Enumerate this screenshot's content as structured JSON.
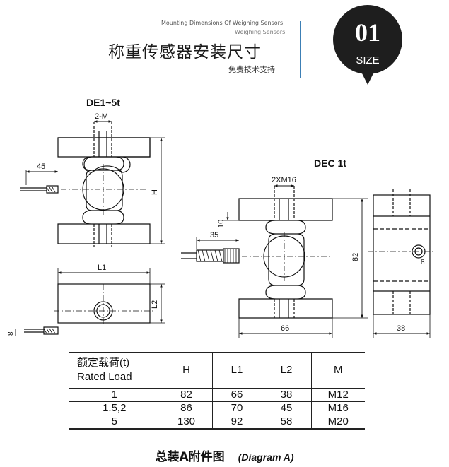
{
  "header": {
    "english_line_1": "Mounting Dimensions Of Weighing Sensors",
    "english_line_2": "Weighing Sensors",
    "title": "称重传感器安装尺寸",
    "subtitle": "免费技术支持",
    "badge_number": "01",
    "badge_label": "SIZE"
  },
  "drawing": {
    "de_title": "DE1~5t",
    "de_dims": {
      "thread": "2-M",
      "offset": "45",
      "height": "H",
      "length": "L1",
      "width": "L2",
      "cable": "8"
    },
    "dec_title": "DEC 1t",
    "dec_dims": {
      "thread": "2XM16",
      "top": "10",
      "offset": "35",
      "height": "82",
      "length": "66",
      "width": "38",
      "hole": "8"
    }
  },
  "spec_table": {
    "header": {
      "load_cn": "额定载荷(t)",
      "load_en": "Rated Load",
      "h": "H",
      "l1": "L1",
      "l2": "L2",
      "m": "M"
    },
    "rows": [
      {
        "load": "1",
        "h": "82",
        "l1": "66",
        "l2": "38",
        "m": "M12"
      },
      {
        "load": "1.5,2",
        "h": "86",
        "l1": "70",
        "l2": "45",
        "m": "M16"
      },
      {
        "load": "5",
        "h": "130",
        "l1": "92",
        "l2": "58",
        "m": "M20"
      }
    ]
  },
  "caption": {
    "cn": "总装A附件图",
    "en": "(Diagram A)"
  }
}
